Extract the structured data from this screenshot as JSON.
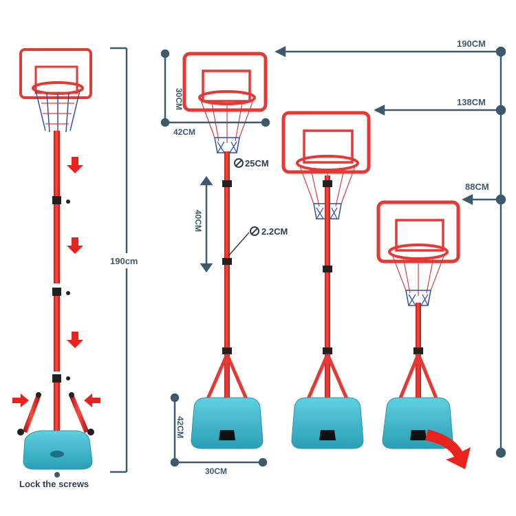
{
  "colors": {
    "pole": "#e8231c",
    "board_border": "#e53935",
    "base": "#3bb7cc",
    "dimension": "#3d5a6c",
    "net": "#2a4fa8",
    "arrow": "#e8231c"
  },
  "labels": {
    "left_height": "190cm",
    "lock_screws": "Lock the screws",
    "board_height": "30CM",
    "board_width": "42CM",
    "rim_diameter": "25CM",
    "segment_length": "40CM",
    "pole_diameter": "2.2CM",
    "base_depth": "42CM",
    "base_width": "30CM",
    "height_max": "190CM",
    "height_mid": "138CM",
    "height_min": "88CM"
  },
  "icons": {
    "diameter": "diameter-icon",
    "down_arrow": "down-arrow-icon",
    "rotate_arrow": "rotate-arrow-icon"
  }
}
